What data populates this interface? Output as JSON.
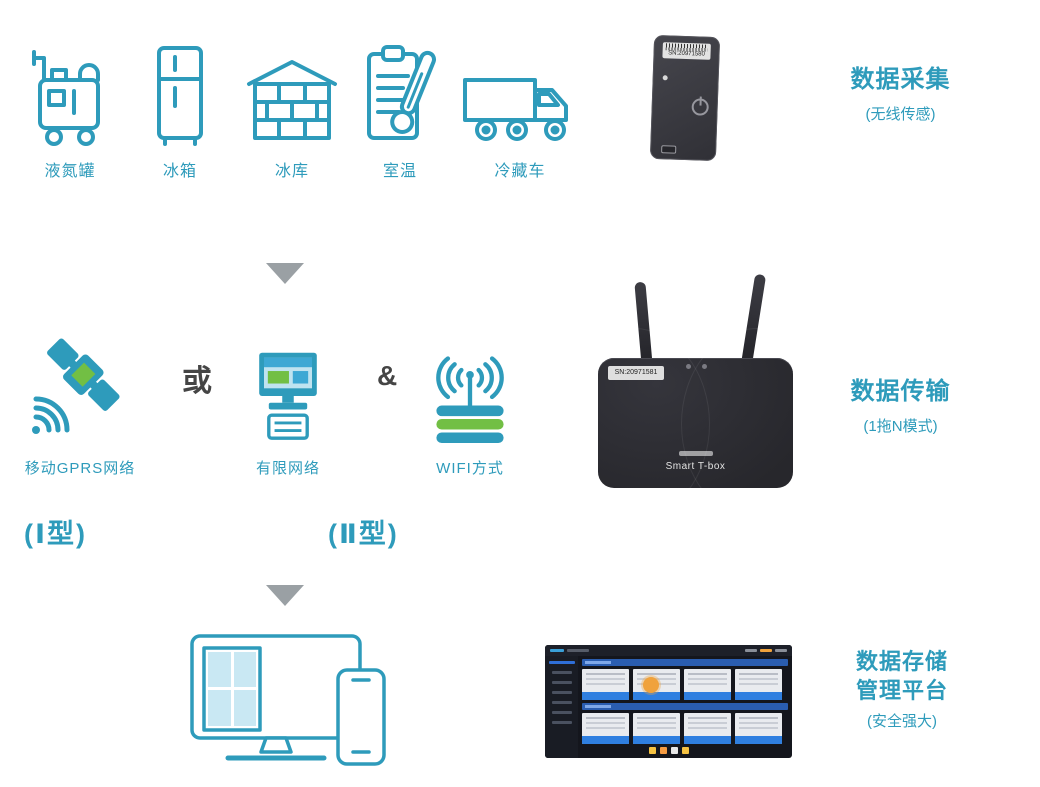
{
  "colors": {
    "accent": "#2E9BBB",
    "green": "#72BF44",
    "arrow_gray": "#9AA0A4",
    "conjunction_text": "#454545",
    "device_dark": "#2E2E34"
  },
  "collect": {
    "title": "数据采集",
    "subtitle": "(无线传感)",
    "sensors": [
      {
        "label": "液氮罐"
      },
      {
        "label": "冰箱"
      },
      {
        "label": "冰库"
      },
      {
        "label": "室温"
      },
      {
        "label": "冷藏车"
      }
    ],
    "device_sn": "SN:20971580"
  },
  "transmit": {
    "title": "数据传输",
    "subtitle": "(1拖N模式)",
    "methods": [
      {
        "label": "移动GPRS网络"
      },
      {
        "label": "有限网络"
      },
      {
        "label": "WIFI方式"
      }
    ],
    "or_label": "或",
    "and_label": "&",
    "type_one": "(Ⅰ型)",
    "type_two": "(Ⅱ型)",
    "device_sn": "SN:20971581",
    "device_name": "Smart T-box"
  },
  "store": {
    "title_line1": "数据存储",
    "title_line2": "管理平台",
    "subtitle": "(安全强大)"
  }
}
